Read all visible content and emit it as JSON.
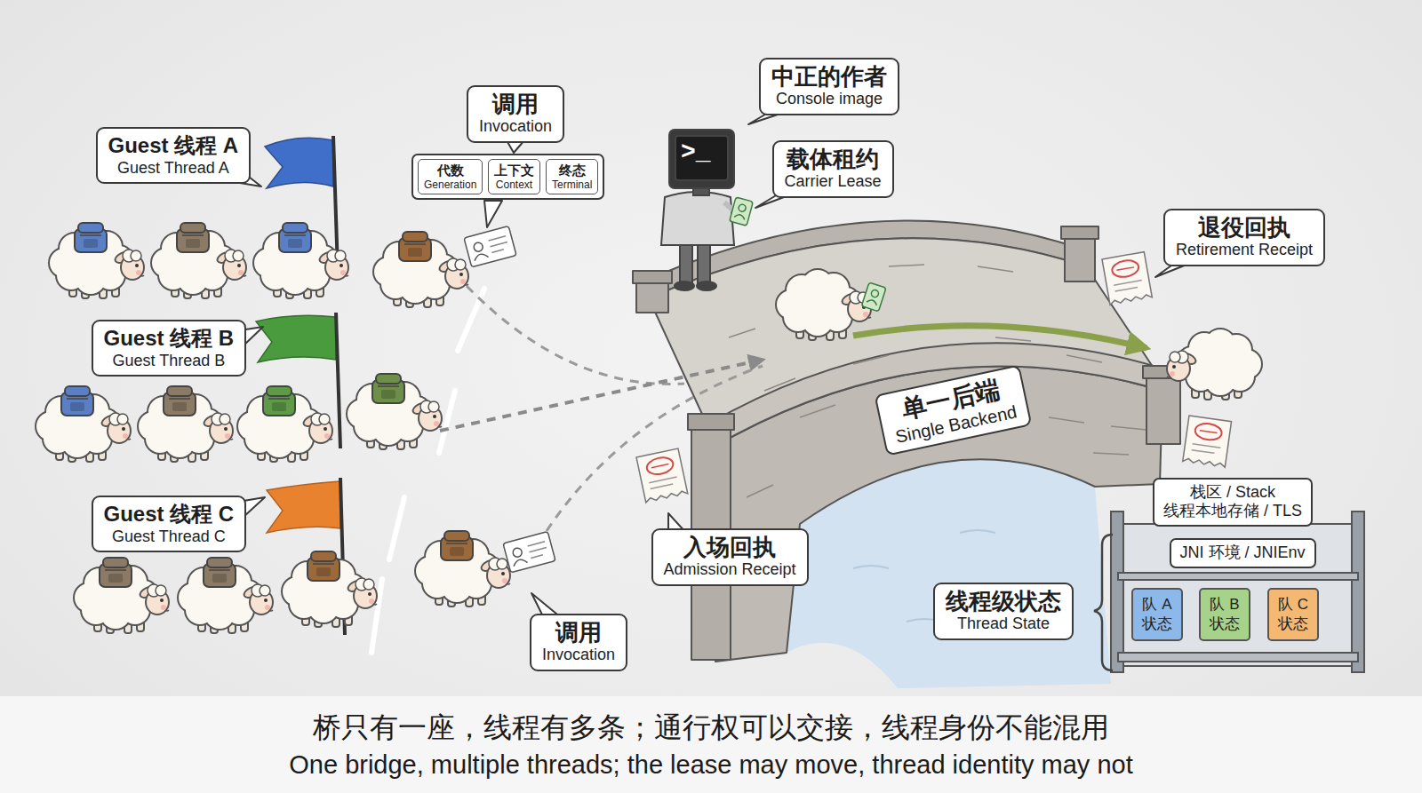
{
  "diagram": {
    "caption": "桥只有一座，线程有多条；通行权可以交接，线程身份不能混用",
    "nodes": [
      {
        "text": [
          "Guest 线程 A",
          "Guest Thread A"
        ]
      },
      {
        "text": [
          "Guest 线程 B",
          "Guest Thread B"
        ]
      },
      {
        "text": [
          "Guest 线程 C",
          "Guest Thread C"
        ]
      },
      {
        "text": [
          "调用",
          "Invocation"
        ]
      },
      {
        "text": [
          "代数",
          "Generation"
        ]
      },
      {
        "text": [
          "上下文",
          "Context"
        ]
      },
      {
        "text": [
          "终态",
          "Terminal"
        ]
      },
      {
        "text": [
          "中正的作者",
          "Console image"
        ]
      },
      {
        "text": [
          "载体租约",
          "Carrier Lease"
        ]
      },
      {
        "text": [
          "退役回执",
          "Retirement Receipt"
        ]
      },
      {
        "text": [
          "单一后端",
          "Single Backend"
        ]
      },
      {
        "text": [
          "入场回执",
          "Admission Receipt"
        ]
      },
      {
        "text": [
          "调用",
          "Invocation"
        ]
      },
      {
        "text": [
          "栈区 / Stack",
          "线程本地存储 / TLS"
        ]
      },
      {
        "text": [
          "JNI 环境 / JNIEnv"
        ]
      },
      {
        "text": [
          "线程级状态",
          "Thread State"
        ]
      },
      {
        "text": [
          "队 A 状态"
        ]
      },
      {
        "text": [
          "队 B 状态"
        ]
      },
      {
        "text": [
          "队 C 状态"
        ]
      }
    ],
    "labels": [
      ">_",
      "One bridge, multiple threads; the lease may move, thread identity may not"
    ]
  }
}
